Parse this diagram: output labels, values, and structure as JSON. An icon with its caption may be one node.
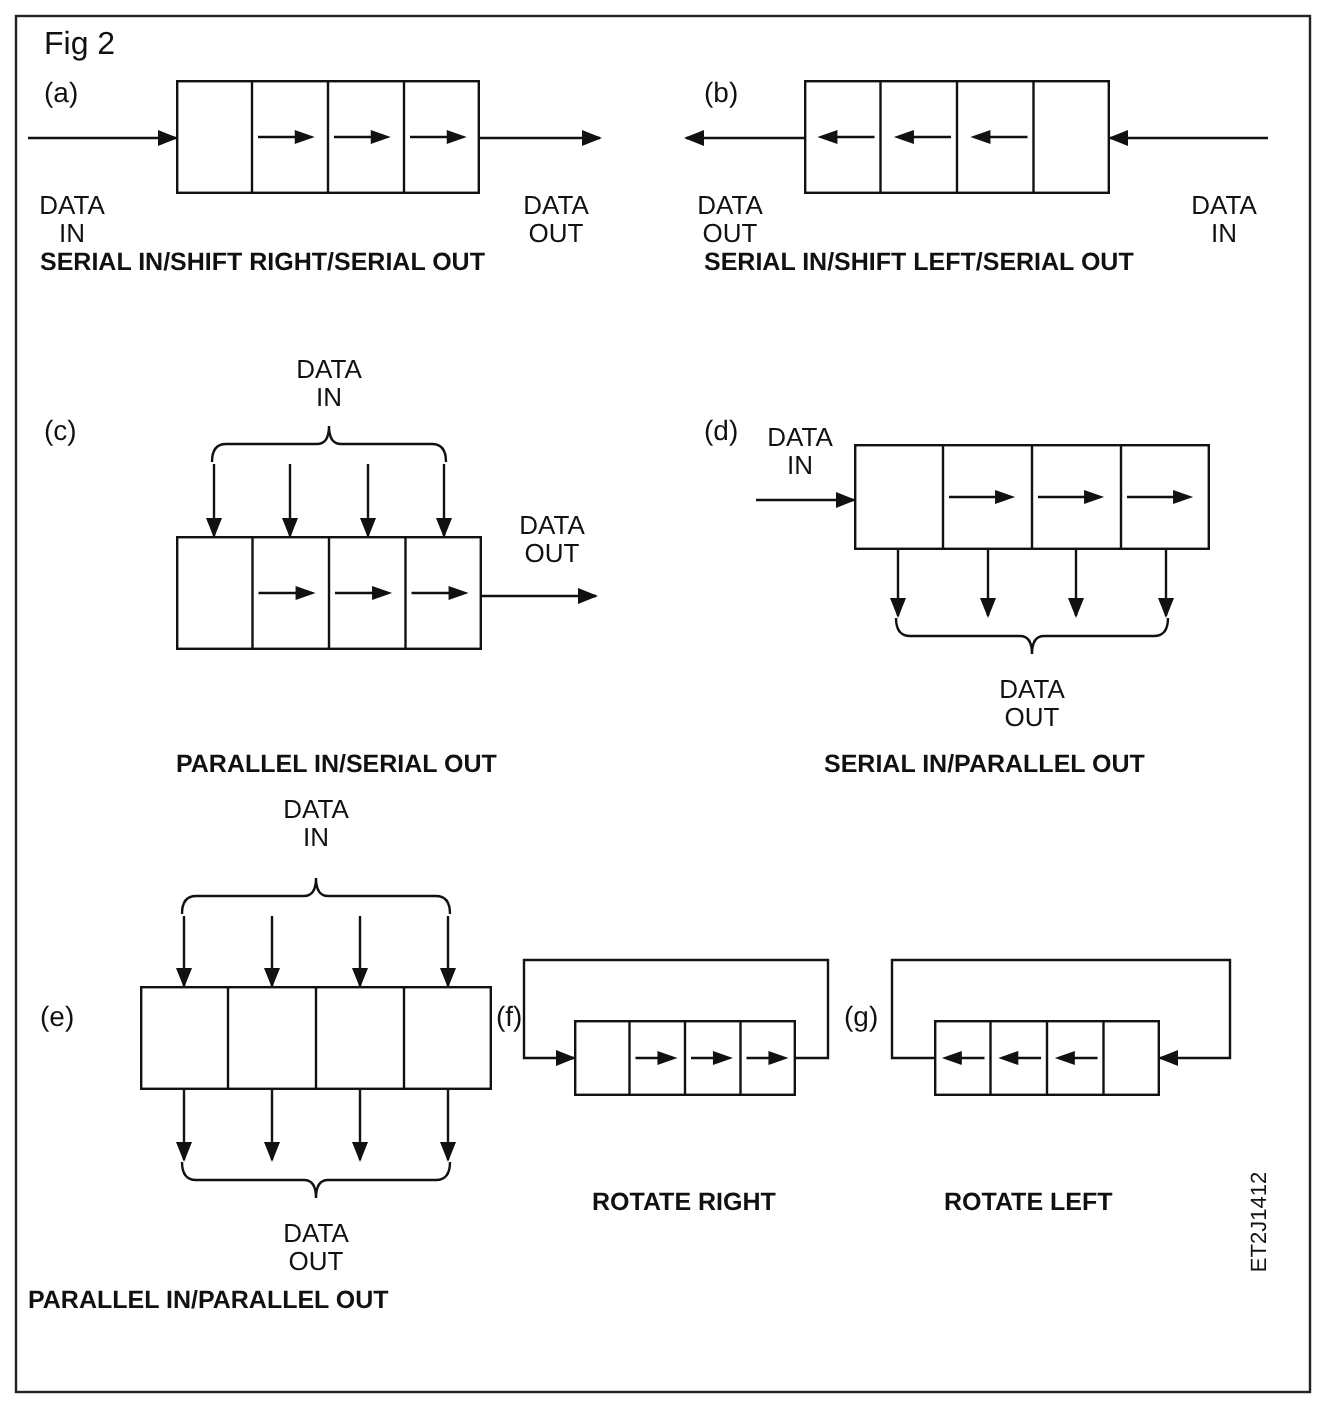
{
  "diagram": {
    "title": "Fig 2",
    "nodes": [
      {
        "text": [
          "DATA IN"
        ]
      },
      {
        "text": [],
        "shape": "box"
      },
      {
        "text": [
          "DATA OUT"
        ]
      },
      {
        "text": [
          "DATA OUT"
        ]
      },
      {
        "text": [],
        "shape": "box"
      },
      {
        "text": [
          "DATA IN"
        ]
      },
      {
        "text": [
          "DATA IN"
        ]
      },
      {
        "text": [],
        "shape": "box"
      },
      {
        "text": [
          "DATA OUT"
        ]
      },
      {
        "text": [
          "DATA IN"
        ]
      },
      {
        "text": [],
        "shape": "box"
      },
      {
        "text": [
          "DATA OUT"
        ]
      },
      {
        "text": [
          "DATA IN"
        ]
      },
      {
        "text": [],
        "shape": "box"
      },
      {
        "text": [
          "DATA OUT"
        ]
      },
      {
        "text": [],
        "shape": "box"
      },
      {
        "text": [],
        "shape": "box"
      }
    ],
    "edges": [
      {
        "from": 0,
        "to": 1,
        "arrow": "to"
      },
      {
        "from": 1,
        "to": 2,
        "arrow": "to"
      },
      {
        "from": 5,
        "to": 4,
        "arrow": "to"
      },
      {
        "from": 4,
        "to": 3,
        "arrow": "to"
      },
      {
        "from": 6,
        "to": 7,
        "arrow": "to"
      },
      {
        "from": 6,
        "to": 7,
        "arrow": "to"
      },
      {
        "from": 6,
        "to": 7,
        "arrow": "to"
      },
      {
        "from": 6,
        "to": 7,
        "arrow": "to"
      },
      {
        "from": 7,
        "to": 8,
        "arrow": "to"
      },
      {
        "from": 9,
        "to": 10,
        "arrow": "to"
      },
      {
        "from": 10,
        "to": 11,
        "arrow": "to"
      },
      {
        "from": 10,
        "to": 11,
        "arrow": "to"
      },
      {
        "from": 10,
        "to": 11,
        "arrow": "to"
      },
      {
        "from": 10,
        "to": 11,
        "arrow": "to"
      },
      {
        "from": 12,
        "to": 13,
        "arrow": "to"
      },
      {
        "from": 12,
        "to": 13,
        "arrow": "to"
      },
      {
        "from": 12,
        "to": 13,
        "arrow": "to"
      },
      {
        "from": 12,
        "to": 13,
        "arrow": "to"
      },
      {
        "from": 13,
        "to": 14,
        "arrow": "to"
      },
      {
        "from": 13,
        "to": 14,
        "arrow": "to"
      },
      {
        "from": 13,
        "to": 14,
        "arrow": "to"
      },
      {
        "from": 13,
        "to": 14,
        "arrow": "to"
      },
      {
        "from": 15,
        "to": 15,
        "arrow": "to"
      },
      {
        "from": 16,
        "to": 16,
        "arrow": "to"
      }
    ],
    "labels": [
      "(a)",
      "SERIAL IN/SHIFT RIGHT/SERIAL OUT",
      "(b)",
      "SERIAL IN/SHIFT LEFT/SERIAL OUT",
      "(c)",
      "(d)",
      "PARALLEL IN/SERIAL OUT",
      "SERIAL IN/PARALLEL OUT",
      "(e)",
      "(f)",
      "(g)",
      "PARALLEL IN/PARALLEL OUT",
      "ROTATE RIGHT",
      "ROTATE LEFT",
      "ET2J1412"
    ]
  }
}
